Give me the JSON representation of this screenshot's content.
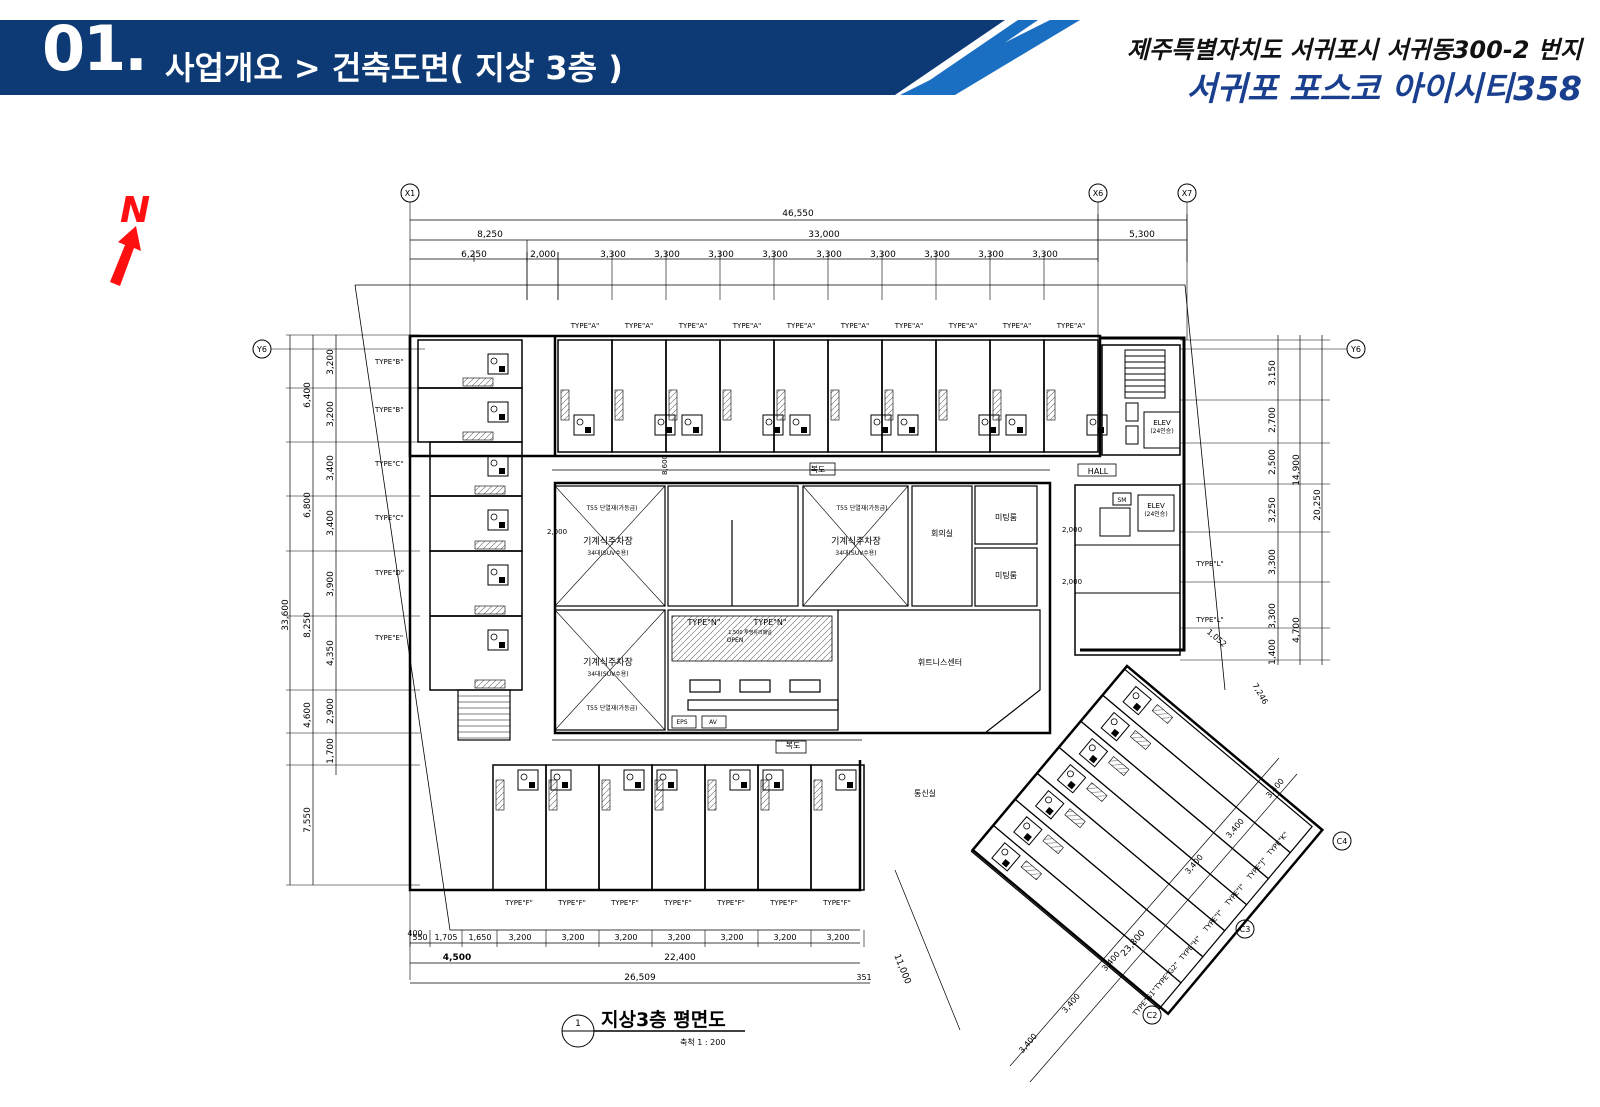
{
  "header": {
    "section_number": "01.",
    "section_title": "사업개요 > 건축도면( 지상 3층 )",
    "project_address": "제주특별자치도 서귀포시 서귀동300-2 번지",
    "project_name": "서귀포 포스코 아이시티358"
  },
  "colors": {
    "header_navy": "#0d3a74",
    "accent_blue": "#1a6fc2",
    "north_arrow": "#ff1010",
    "project_name": "#1a3f8f"
  },
  "north_label": "N",
  "plan": {
    "grid": {
      "x1": "X1",
      "x6": "X6",
      "x7": "X7",
      "y6": "Y6",
      "c2": "C2",
      "c3": "C3",
      "c4": "C4"
    },
    "dims_top": {
      "total": "46,550",
      "seg_a": "8,250",
      "seg_b": "33,000",
      "seg_c": "5,300",
      "row3": [
        "6,250",
        "2,000",
        "3,300",
        "3,300",
        "3,300",
        "3,300",
        "3,300",
        "3,300",
        "3,300",
        "3,300",
        "3,300"
      ]
    },
    "dims_left_outer": "33,600",
    "dims_left_mid": [
      "6,400",
      "6,800",
      "8,250",
      "4,600",
      "7,550"
    ],
    "dims_left_inner": [
      "3,200",
      "3,200",
      "3,400",
      "3,400",
      "3,900",
      "4,350",
      "2,900",
      "1,700"
    ],
    "dims_right_inner": [
      "3,150",
      "2,700",
      "2,500",
      "3,250",
      "3,300",
      "3,300",
      "1,400"
    ],
    "dims_right_outer": [
      "14,900",
      "4,700"
    ],
    "dims_right_total": "20,250",
    "dims_bottom_row1": [
      "550",
      "1,705",
      "1,650",
      "3,200",
      "3,200",
      "3,200",
      "3,200",
      "3,200",
      "3,200",
      "3,200"
    ],
    "dims_bottom_small": "400",
    "dims_bottom_row2": [
      "4,500",
      "22,400"
    ],
    "dims_bottom_row3": [
      "26,509",
      "351"
    ],
    "dims_diag_outer": [
      "3,400",
      "3,400",
      "3,400",
      "3,400",
      "3,400",
      "3,400"
    ],
    "dims_diag_total": "23,800",
    "dims_wing_side": "11,000",
    "dims_wing_small": [
      "1,052",
      "7,246"
    ],
    "dims_misc": [
      "2,000",
      "2,000",
      "2,000",
      "8,600"
    ],
    "types_top": [
      "TYPE\"A\"",
      "TYPE\"A\"",
      "TYPE\"A\"",
      "TYPE\"A\"",
      "TYPE\"A\"",
      "TYPE\"A\"",
      "TYPE\"A\"",
      "TYPE\"A\"",
      "TYPE\"A\"",
      "TYPE\"A\""
    ],
    "types_left": [
      "TYPE\"B\"",
      "TYPE\"B\"",
      "TYPE\"C\"",
      "TYPE\"C\"",
      "TYPE\"D\"",
      "TYPE\"E\""
    ],
    "types_bottom": [
      "TYPE\"F\"",
      "TYPE\"F\"",
      "TYPE\"F\"",
      "TYPE\"F\"",
      "TYPE\"F\"",
      "TYPE\"F\"",
      "TYPE\"F\""
    ],
    "types_wing": [
      "TYPE\"G1\"",
      "TYPE\"G2\"",
      "TYPE\"H\"",
      "TYPE\"I\"",
      "TYPE\"I\"",
      "TYPE\"J\"",
      "TYPE\"K\""
    ],
    "types_right": [
      "TYPE\"L\"",
      "TYPE\"L\""
    ],
    "types_center": [
      "TYPE\"N\"",
      "TYPE\"N\""
    ],
    "rooms": {
      "corridor_top": "복도",
      "corridor_bottom": "복도",
      "hall": "HALL",
      "meeting": "회의실",
      "meeting_room_1": "미팅룸",
      "meeting_room_2": "미팅룸",
      "fitness": "휘트니스센터",
      "comm": "통신실",
      "elev_top": "ELEV",
      "elev_top_sub": "(24인승)",
      "elev_mid": "ELEV",
      "elev_mid_sub": "(24인승)",
      "parking_1": "기계식주차장",
      "parking_2": "기계식주차장",
      "parking_3": "기계식주차장",
      "parking_sub": "34대(SUV수용)",
      "wall_note_1": "T55 단열재(가등급)",
      "wall_note_2": "T55 단열재(가등급)",
      "wall_note_3": "T55 단열재(가등급)",
      "open": "OPEN",
      "open_note": "1,500 투명유리패널",
      "eps": "EPS",
      "av": "AV",
      "sm": "SM"
    },
    "title": "지상3층 평면도",
    "scale": "축척 1 : 200",
    "title_num": "1"
  }
}
